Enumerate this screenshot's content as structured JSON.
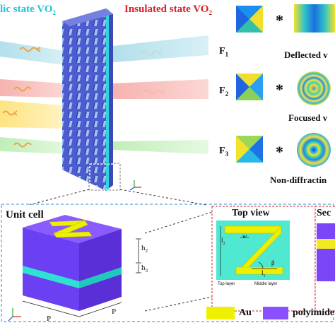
{
  "header": {
    "metallic_label": "lic state VO",
    "metallic_sub": "2",
    "insulated_label": "Insulated state VO",
    "insulated_sub": "2"
  },
  "functions": [
    {
      "id": "F",
      "sub": "1",
      "caption": "Deflected v",
      "color": "#cfe8ef"
    },
    {
      "id": "F",
      "sub": "2",
      "caption": "Focused v",
      "color": "#f8c9c4"
    },
    {
      "id": "F",
      "sub": "3",
      "caption": "Non-diffractin",
      "color": "#d6f3c2"
    }
  ],
  "operator": "*",
  "unit_cell": {
    "title": "Unit cell",
    "h2": "h",
    "h2_sub": "2",
    "h3": "h",
    "h3_sub": "3",
    "p_bottom": "P",
    "p_right": "P"
  },
  "top_view": {
    "title": "Top view",
    "l2": "l",
    "l2_sub": "2",
    "w": "w",
    "l1": "l",
    "l1_sub": "1",
    "beta": "β",
    "top_layer": "Top layer",
    "middle_layer": "Middle layer"
  },
  "section_title": "Sec",
  "legend": {
    "au_label": "Au",
    "au_color": "#eef000",
    "polyimide_label": "polyimide",
    "polyimide_color": "#8a4fff"
  },
  "colors": {
    "metasurface": "#5967d8",
    "unit_purple": "#6f42f2",
    "stripe_cyan": "#30e0d0",
    "title_red": "#d8202a",
    "title_cyan": "#1fc6d8",
    "dash_blue": "#2a8ad8",
    "dash_red": "#d02020"
  }
}
